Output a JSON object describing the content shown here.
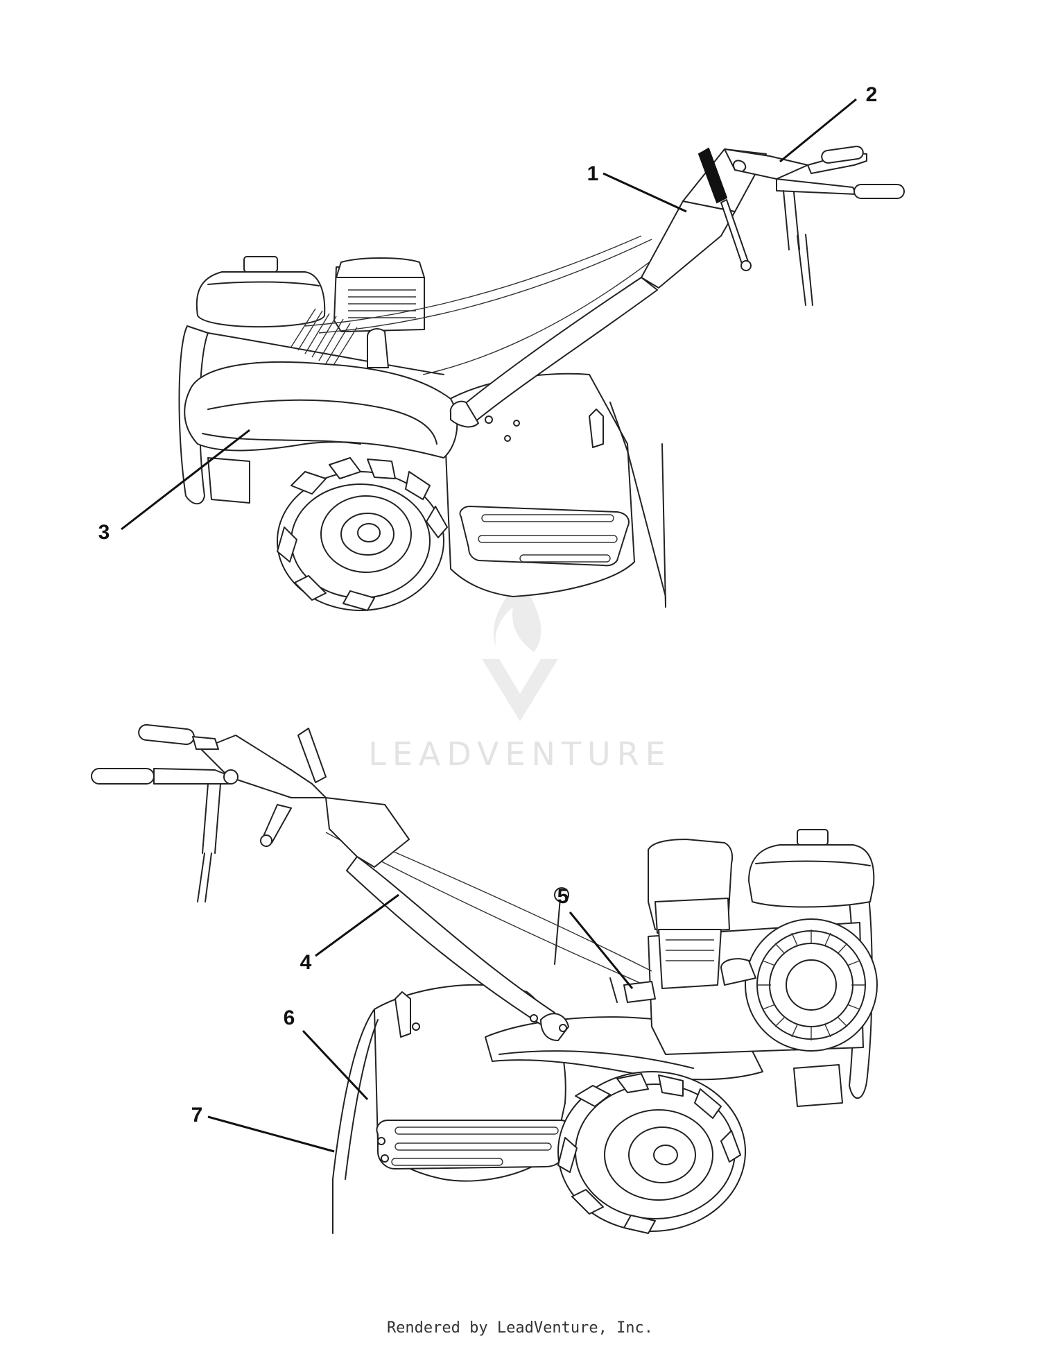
{
  "callouts": [
    {
      "id": "1",
      "label": "1"
    },
    {
      "id": "2",
      "label": "2"
    },
    {
      "id": "3",
      "label": "3"
    },
    {
      "id": "4",
      "label": "4"
    },
    {
      "id": "5",
      "label": "5"
    },
    {
      "id": "6",
      "label": "6"
    },
    {
      "id": "7",
      "label": "7"
    }
  ],
  "watermark": {
    "text": "LEADVENTURE"
  },
  "footer": {
    "text": "Rendered by LeadVenture, Inc."
  },
  "colors": {
    "ink": "#222222",
    "watermark": "#e3e3e3",
    "background": "#ffffff"
  }
}
